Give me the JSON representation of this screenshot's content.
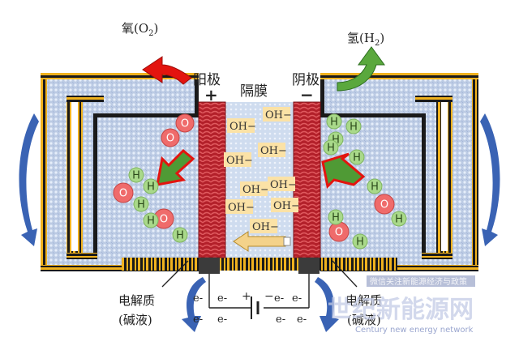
{
  "gases": {
    "oxygen": {
      "label": "氧(O",
      "sub": "2",
      "close": ")"
    },
    "hydrogen": {
      "label": "氢(H",
      "sub": "2",
      "close": ")"
    }
  },
  "electrodes": {
    "anode": {
      "label": "阳极",
      "sign": "+"
    },
    "membrane": {
      "label": "隔膜"
    },
    "cathode": {
      "label": "阴极",
      "sign": "−"
    }
  },
  "species": {
    "O": "O",
    "H": "H",
    "OH": "OH−",
    "electron": "e-"
  },
  "electrolyte": {
    "left": {
      "line1": "电解质",
      "line2": "(碱液)"
    },
    "right": {
      "line1": "电解质",
      "line2": "(碱液)"
    }
  },
  "battery": {
    "plus": "+",
    "minus": "−"
  },
  "watermark": {
    "notice": "微信关注新能源经济与政策",
    "brand": "世纪新能源网",
    "url": "Century new energy network"
  },
  "colors": {
    "electrolyte": "#bccbe4",
    "electrode": "#c0252b",
    "oxygen_ball": "#ef6b6b",
    "hydrogen_ball": "#a9d98a",
    "oh_box": "#fbe2a6",
    "arrow_red": "#e3140f",
    "arrow_green": "#4f9a35",
    "circulation_arrow": "#3a63b4"
  }
}
